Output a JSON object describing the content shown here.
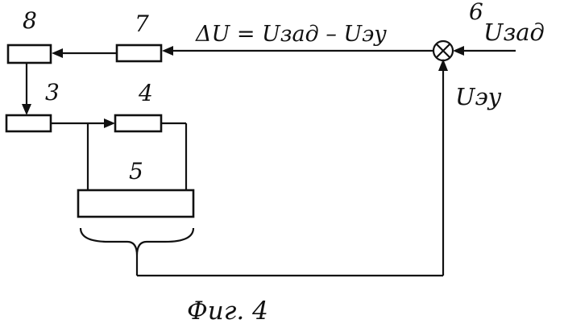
{
  "diagram": {
    "blocks": {
      "b8": "8",
      "b7": "7",
      "b3": "3",
      "b4": "4",
      "b5": "5",
      "b6": "6"
    },
    "signals": {
      "error_formula": "ΔU = Uзад – Uэу",
      "reference_input": "Uзад",
      "feedback": "Uэу"
    },
    "caption": "Фиг. 4"
  }
}
